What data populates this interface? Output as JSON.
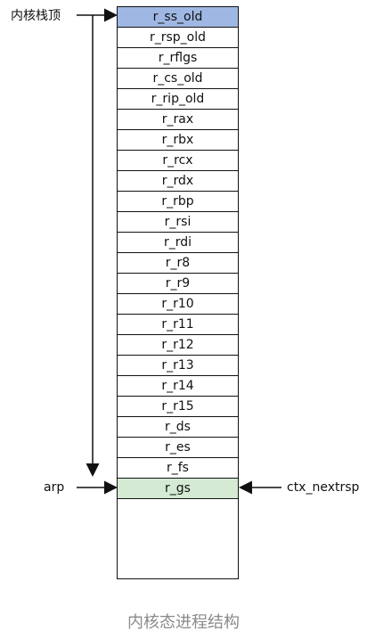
{
  "labels": {
    "kernel_stack_top": "内核栈顶",
    "arp": "arp",
    "ctx_nextrsp": "ctx_nextrsp"
  },
  "stack": {
    "cells": [
      "r_ss_old",
      "r_rsp_old",
      "r_rflgs",
      "r_cs_old",
      "r_rip_old",
      "r_rax",
      "r_rbx",
      "r_rcx",
      "r_rdx",
      "r_rbp",
      "r_rsi",
      "r_rdi",
      "r_r8",
      "r_r9",
      "r_r10",
      "r_r11",
      "r_r12",
      "r_r13",
      "r_r14",
      "r_r15",
      "r_ds",
      "r_es",
      "r_fs",
      "r_gs"
    ],
    "top_cell_color": "#9fb8e3",
    "bottom_cell_color": "#d4ead3"
  },
  "caption": "内核态进程结构"
}
